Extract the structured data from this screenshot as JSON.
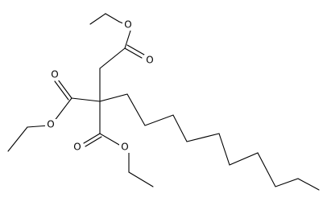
{
  "colors": {
    "bond": "#000000",
    "background": "#ffffff"
  },
  "atoms": {
    "o1": "O",
    "o2": "O",
    "o3": "O",
    "o4": "O",
    "o5": "O",
    "o6": "O"
  }
}
